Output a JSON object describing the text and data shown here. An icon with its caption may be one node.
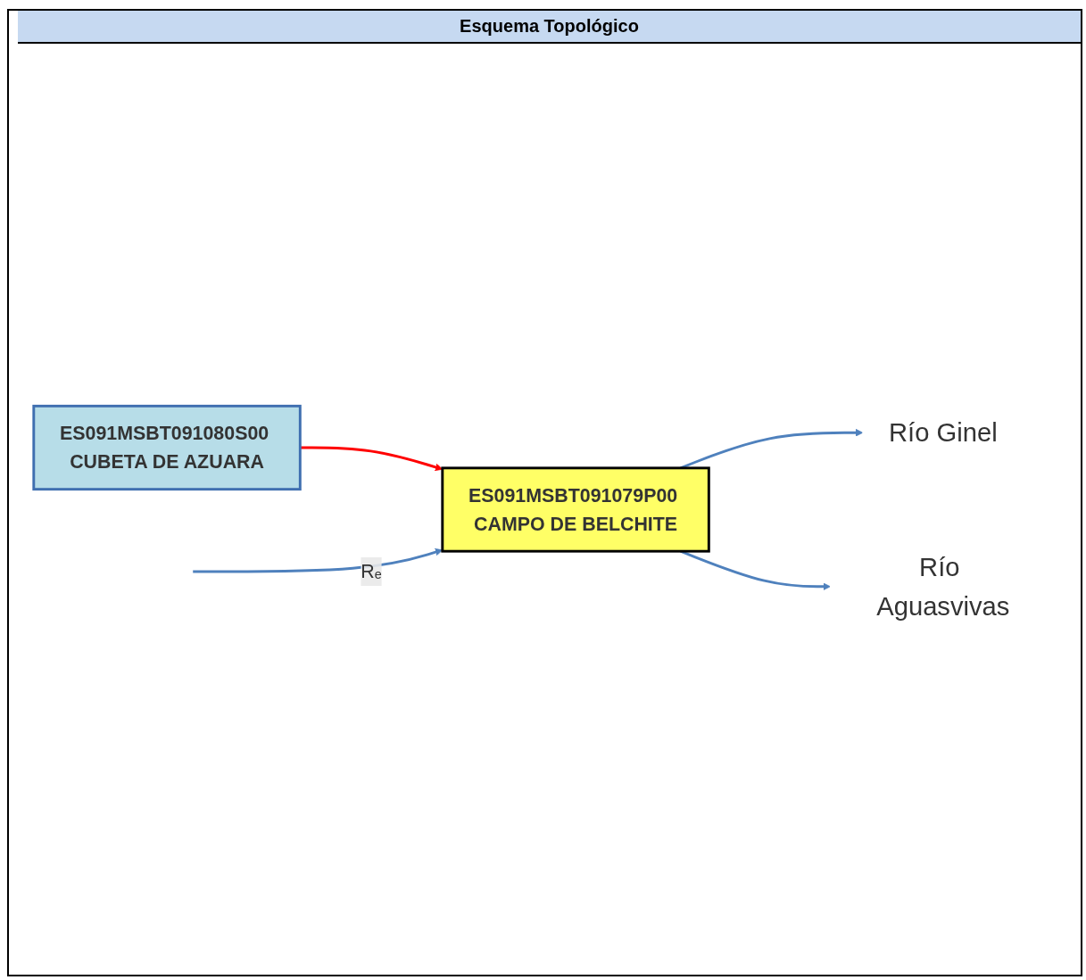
{
  "diagram": {
    "title": "Esquema Topológico",
    "nodes": [
      {
        "text": [
          "ES091MSBT091080S00 CUBETA DE AZUARA"
        ]
      },
      {
        "text": [
          "ES091MSBT091079P00 CAMPO DE BELCHITE"
        ]
      },
      {
        "text": [
          "Río Ginel"
        ]
      },
      {
        "text": [
          "Río Aguasvivas"
        ]
      }
    ],
    "edges": [
      {
        "from": 0,
        "to": 1,
        "arrow": "to",
        "color": "#ff0000"
      },
      {
        "from": null,
        "to": 1,
        "arrow": "to",
        "label": "Rₑ"
      },
      {
        "from": 1,
        "to": 2,
        "arrow": "to"
      },
      {
        "from": 1,
        "to": 3,
        "arrow": "to"
      }
    ]
  }
}
